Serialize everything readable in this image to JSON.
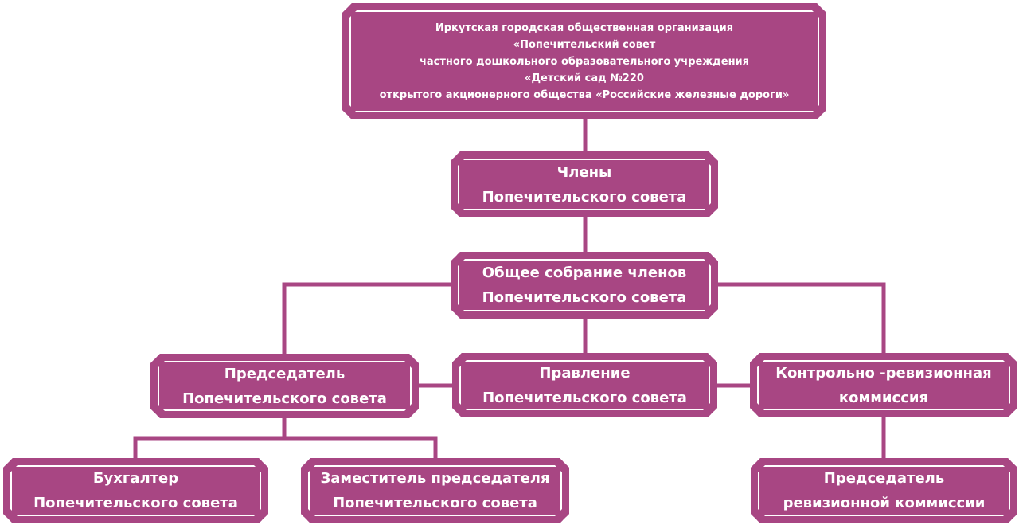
{
  "diagram": {
    "nodes": {
      "org": {
        "lines": [
          "Иркутская городская общественная организация",
          "«Попечительский совет",
          "частного дошкольного образовательного учреждения",
          "«Детский сад №220",
          "открытого акционерного общества «Российские железные дороги»"
        ]
      },
      "members": {
        "lines": [
          "Члены",
          "Попечительского совета"
        ]
      },
      "assembly": {
        "lines": [
          "Общее собрание членов",
          "Попечительского совета"
        ]
      },
      "chairman": {
        "lines": [
          "Председатель",
          "Попечительского совета"
        ]
      },
      "board": {
        "lines": [
          "Правление",
          "Попечительского совета"
        ]
      },
      "audit": {
        "lines": [
          "Контрольно -ревизионная",
          "коммиссия"
        ]
      },
      "accountant": {
        "lines": [
          "Бухгалтер",
          "Попечительского совета"
        ]
      },
      "deputy": {
        "lines": [
          "Заместитель председателя",
          "Попечительского совета"
        ]
      },
      "audit_chair": {
        "lines": [
          "Председатель",
          "ревизионной коммиссии"
        ]
      }
    },
    "colors": {
      "box": "#a84683",
      "text": "#ffffff",
      "line": "#a84683"
    }
  }
}
